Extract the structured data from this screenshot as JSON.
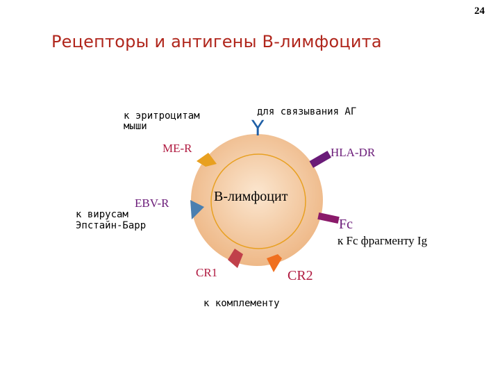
{
  "slide_number": "24",
  "title": "Рецепторы и антигены В-лимфоцита",
  "cell_label": "В-лимфоцит",
  "receptors": {
    "antigen": {
      "desc": "для связывания АГ",
      "symbol": "Y",
      "color": "#1f5fa6"
    },
    "me_r": {
      "name": "ME-R",
      "desc_line1": "к эритроцитам",
      "desc_line2": "мыши",
      "color": "#e8a020"
    },
    "hla_dr": {
      "name": "HLA-DR",
      "color": "#6a1b78"
    },
    "ebv_r": {
      "name": "EBV-R",
      "desc_line1": "к вирусам",
      "desc_line2": "Эпстайн-Барр",
      "color": "#4a7fb0"
    },
    "fc": {
      "name": "Fc",
      "desc": "к Fc фрагменту Ig",
      "color": "#8a1a6a"
    },
    "cr1": {
      "name": "CR1",
      "color": "#c0404a"
    },
    "cr2": {
      "name": "CR2",
      "color": "#f07020"
    },
    "complement_desc": "к комплементу"
  },
  "colors": {
    "title": "#b0261c",
    "cell_fill": "#f3c89a",
    "cell_ring": "#e8a020",
    "label_red": "#b01a40",
    "label_purple": "#6a1b78"
  }
}
